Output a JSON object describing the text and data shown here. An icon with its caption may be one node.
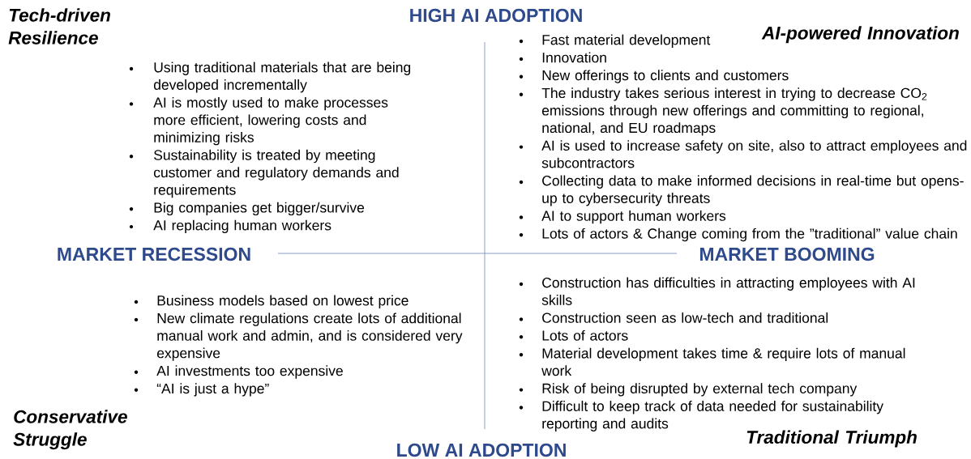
{
  "diagram": {
    "labels": [
      "HIGH AI ADOPTION",
      "Tech-driven Resilience",
      "AI-powered Innovation",
      "Using traditional materials that are being developed incrementally",
      "AI is mostly used to make processes more efficient, lowering costs and minimizing risks",
      "Sustainability is treated by meeting customer and regulatory demands and requirements",
      "Big companies get bigger/survive",
      "AI replacing human workers",
      "Fast material development",
      "Innovation",
      "New offerings to clients and customers",
      "The industry takes serious interest in trying to decrease CO$_{2}$ emissions through new offerings and committing to regional, national, and EU roadmaps",
      "AI is used to increase safety on site, also to attract employees and subcontractors",
      "Collecting data to make informed decisions in real-time but opens-up to cybersecurity threats",
      "AI to support human workers",
      "Lots of actors & Change coming from the ”traditional” value chain",
      "MARKET RECESSION",
      "MARKET BOOMING",
      "Business models based on lowest price",
      "New climate regulations create lots of additional manual work and admin, and is considered very expensive",
      "AI investments too expensive",
      "“AI is just a hype”",
      "Construction has difficulties in attracting employees with AI skills",
      "Construction seen as low-tech and traditional",
      "Lots of actors",
      "Material development takes time & require lots of manual work",
      "Risk of being disrupted by external tech company",
      "Difficult to keep track of data needed for sustainability reporting and audits",
      "Conservative Struggle",
      "Traditional Triumph",
      "LOW AI ADOPTION"
    ]
  }
}
